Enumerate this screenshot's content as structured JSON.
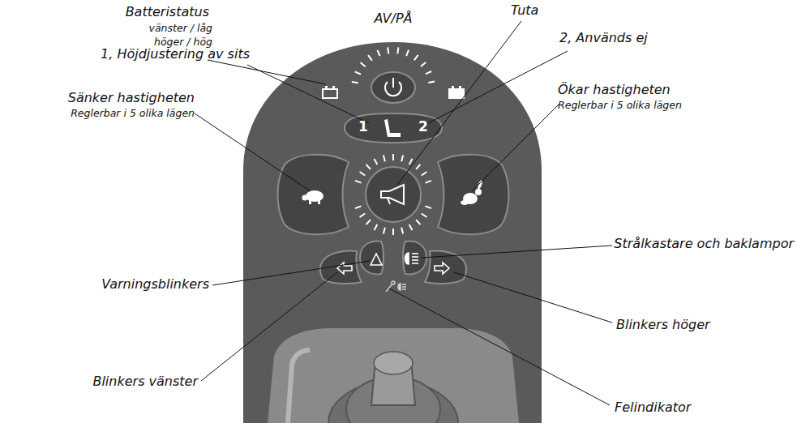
{
  "diagram": {
    "labels": [
      "Batteristatus",
      "vänster / låg",
      "höger / hög",
      "AV/PÅ",
      "Tuta",
      "1, Höjdjustering av sits",
      "2, Används ej",
      "Ökar hastigheten",
      "Reglerbar i 5 olika lägen",
      "Sänker hastigheten",
      "Reglerbar i 5 olika lägen",
      "Strålkastare och baklampor",
      "Varningsblinkers",
      "Blinkers höger",
      "Blinkers vänster",
      "Felindikator",
      "1",
      "2"
    ]
  }
}
